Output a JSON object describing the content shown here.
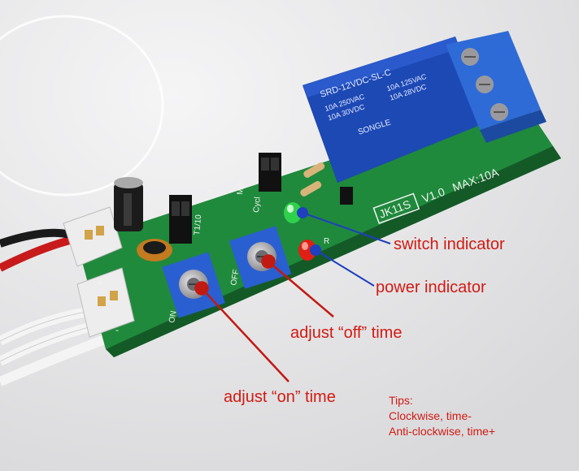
{
  "colors": {
    "background": "#e9e9ea",
    "pcb": "#1f8a3c",
    "relay": "#1d49b5",
    "terminal_block": "#2e6bd6",
    "potentiometer": "#2a5fd2",
    "annotation_text": "#d21a12",
    "pointer_blue": "#1f3fbf",
    "pointer_red": "#c11a12",
    "silkscreen": "#f2f2f2"
  },
  "icons": [
    "relay",
    "screw-terminal",
    "potentiometer",
    "led-green",
    "led-red",
    "capacitor",
    "jumper",
    "wire-connector"
  ],
  "board": {
    "model_label": "JK11S",
    "version_label": "V1.0",
    "max_current_label": "MAX:10A",
    "pcb_labels": [
      "T1/10",
      "T",
      "Mon",
      "Cycl",
      "OFF",
      "ON",
      "+",
      "-",
      "R"
    ]
  },
  "relay": {
    "model": "SRD-12VDC-SL-C",
    "ratings": [
      "10A 250VAC",
      "10A 30VDC",
      "10A 125VAC",
      "10A 28VDC"
    ],
    "brand": "SONGLE"
  },
  "annotations": {
    "switch_indicator": "switch indicator",
    "power_indicator": "power indicator",
    "adjust_off": "adjust “off” time",
    "adjust_on": "adjust “on” time"
  },
  "tips": {
    "title": "Tips:",
    "lines": [
      "Clockwise, time-",
      "Anti-clockwise, time+"
    ]
  }
}
